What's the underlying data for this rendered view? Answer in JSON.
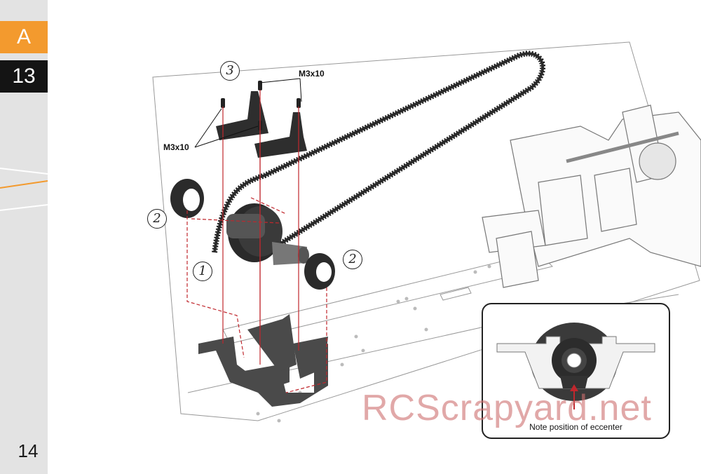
{
  "sidebar": {
    "section_letter": "A",
    "step_number": "13",
    "page_number": "14",
    "colors": {
      "section": "#f39a2e",
      "step": "#141414",
      "background": "#e3e3e3"
    }
  },
  "callouts": {
    "step1": "1",
    "step2a": "2",
    "step2b": "2",
    "step3": "3"
  },
  "labels": {
    "screw_top": "M3x10",
    "screw_left": "M3x10"
  },
  "inset": {
    "caption": "Note position of eccenter"
  },
  "watermark": "RCScrapyard.net"
}
